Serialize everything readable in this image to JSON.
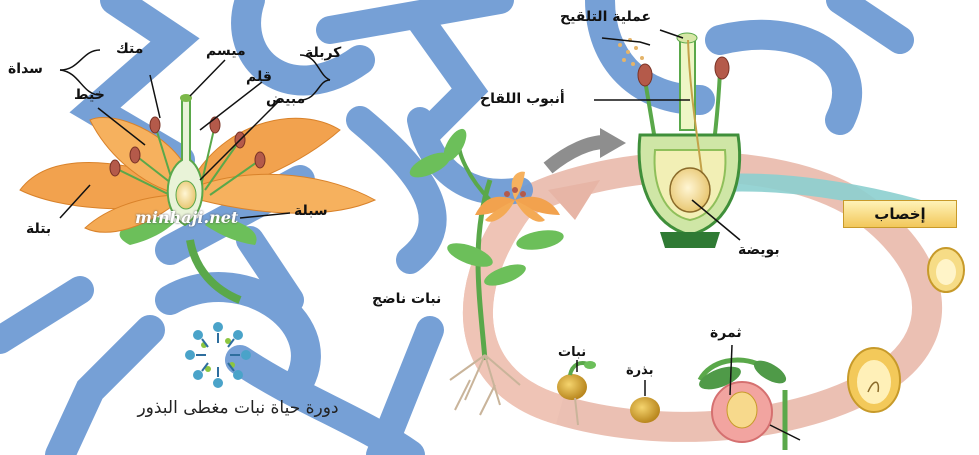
{
  "labels": {
    "sepal_group": "سداة",
    "anther": "متك",
    "filament": "خيط",
    "stigma": "ميسم",
    "carpel": "كربلة",
    "style": "قلم",
    "ovary": "مبيض",
    "petal": "بتلة",
    "sepal": "سبلة",
    "pollination": "عملية التلقيح",
    "pollen_tube": "أنبوب اللقاح",
    "ovule": "بويضة",
    "fertilization": "إخصاب",
    "mature_plant": "نبات ناضج",
    "fruit": "ثمرة",
    "seedling": "نبات",
    "seed": "بذرة"
  },
  "watermark": "minhaji.net",
  "caption": "دورة حياة نبات مغطى البذور",
  "colors": {
    "watermark_blue": "#6f9bd4",
    "petal_orange": "#f2a24e",
    "stem_green": "#5aa84a",
    "cycle_arrow": "#e7b5a6",
    "fert_arrow": "#8ccfcf"
  }
}
